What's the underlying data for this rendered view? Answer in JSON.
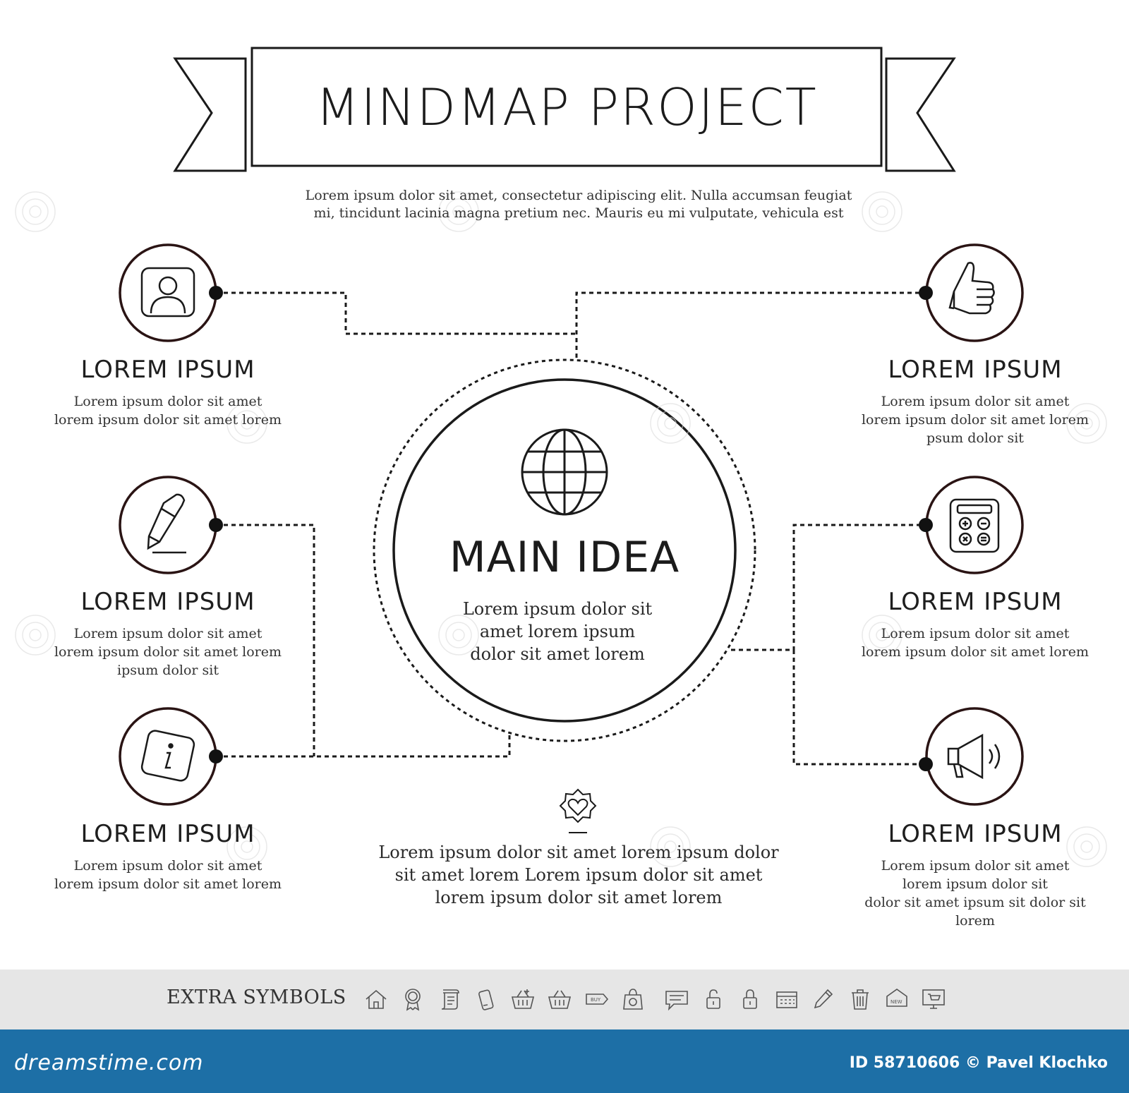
{
  "title": "MINDMAP PROJECT",
  "subtitle_lines": [
    "Lorem ipsum dolor sit amet, consectetur adipiscing elit. Nulla accumsan feugiat",
    "mi, tincidunt lacinia magna pretium nec. Mauris eu mi vulputate, vehicula est"
  ],
  "main": {
    "title": "MAIN IDEA",
    "lines": [
      "Lorem ipsum dolor sit",
      "amet lorem ipsum",
      "dolor sit amet lorem"
    ],
    "icon": "globe-icon"
  },
  "nodes": [
    {
      "icon": "user-icon",
      "title": "LOREM IPSUM",
      "lines": [
        "Lorem ipsum dolor sit amet",
        "lorem ipsum dolor sit amet lorem"
      ]
    },
    {
      "icon": "pencil-icon",
      "title": "LOREM IPSUM",
      "lines": [
        "Lorem ipsum dolor sit amet",
        "lorem ipsum dolor sit amet lorem",
        "ipsum dolor sit"
      ]
    },
    {
      "icon": "info-icon",
      "title": "LOREM IPSUM",
      "lines": [
        "Lorem ipsum dolor sit amet",
        "lorem ipsum dolor sit amet lorem"
      ]
    },
    {
      "icon": "thumbs-up-icon",
      "title": "LOREM IPSUM",
      "lines": [
        "Lorem ipsum dolor sit amet",
        "lorem ipsum dolor sit amet lorem",
        "psum dolor sit"
      ]
    },
    {
      "icon": "calculator-icon",
      "title": "LOREM IPSUM",
      "lines": [
        "Lorem ipsum dolor sit amet",
        "lorem ipsum dolor sit amet lorem"
      ]
    },
    {
      "icon": "megaphone-icon",
      "title": "LOREM IPSUM",
      "lines": [
        "Lorem ipsum dolor sit amet",
        "lorem ipsum dolor sit",
        "dolor sit amet ipsum sit dolor sit",
        "lorem"
      ]
    }
  ],
  "bottom": {
    "icon": "heart-badge-icon",
    "lines": [
      "Lorem ipsum dolor sit amet lorem ipsum dolor",
      "sit amet lorem Lorem ipsum dolor sit amet",
      "lorem ipsum dolor sit amet lorem"
    ]
  },
  "extra_symbols": {
    "label": "EXTRA SYMBOLS",
    "icons": [
      "home-icon",
      "award-icon",
      "scroll-icon",
      "phone-icon",
      "basket-add-icon",
      "basket-icon",
      "buy-tag-icon",
      "shopping-bag-icon",
      "chat-icon",
      "lock-open-icon",
      "lock-icon",
      "calendar-icon",
      "pencil-small-icon",
      "trash-icon",
      "new-badge-icon",
      "monitor-cart-icon"
    ],
    "buy_text": "BUY",
    "new_text": "NEW"
  },
  "footer": {
    "site": "dreamstime.com",
    "credit": "ID 58710606 © Pavel Klochko",
    "bg_color": "#1d6fa6"
  },
  "colors": {
    "line": "#1a1a1a",
    "accent": "#2a1414"
  }
}
